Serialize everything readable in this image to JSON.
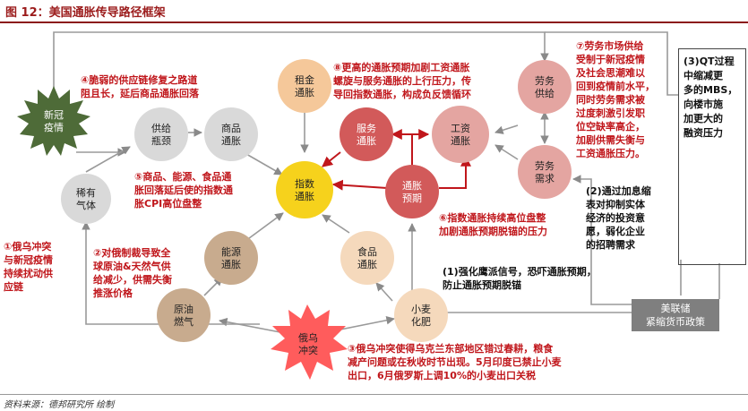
{
  "title": "图 12：美国通胀传导路径框架",
  "source": "资料来源：德邦研究所 绘制",
  "nodes": {
    "covid": [
      "新冠",
      "疫情"
    ],
    "rare_gas": [
      "稀有",
      "气体"
    ],
    "supply": [
      "供给",
      "瓶颈"
    ],
    "goods": [
      "商品",
      "通胀"
    ],
    "rent": [
      "租金",
      "通胀"
    ],
    "core": [
      "指数",
      "通胀"
    ],
    "services": [
      "服务",
      "通胀"
    ],
    "wage": [
      "工资",
      "通胀"
    ],
    "expect": [
      "通胀",
      "预期"
    ],
    "lab_supply": [
      "劳务",
      "供给"
    ],
    "lab_demand": [
      "劳务",
      "需求"
    ],
    "energy": [
      "能源",
      "通胀"
    ],
    "food": [
      "食品",
      "通胀"
    ],
    "oil": [
      "原油",
      "燃气"
    ],
    "wheat": [
      "小麦",
      "化肥"
    ],
    "war": [
      "俄乌",
      "冲突"
    ]
  },
  "annotations": {
    "a1": [
      "①俄乌冲突",
      "与新冠疫情",
      "持续扰动供",
      "应链"
    ],
    "a2": [
      "②对俄制裁导致全",
      "球原油&天然气供",
      "给减少，供需失衡",
      "推涨价格"
    ],
    "a3": [
      "③俄乌冲突使得乌克兰东部地区错过春耕，粮食",
      "减产问题或在秋收时节出现。5月印度已禁止小麦",
      "出口，6月俄罗斯上调10%的小麦出口关税"
    ],
    "a4": [
      "④脆弱的供应链修复之路道",
      "阻且长，延后商品通胀回落"
    ],
    "a5": [
      "⑤商品、能源、食品通",
      "胀回落延后使的指数通",
      "胀CPI高位盘整"
    ],
    "a6": [
      "⑥指数通胀持续高位盘整",
      "加剧通胀预期脱锚的压力"
    ],
    "a7": [
      "⑦劳务市场供给",
      "受制于新冠疫情",
      "及社会思潮难以",
      "回到疫情前水平，",
      "同时劳务需求被",
      "过度刺激引发职",
      "位空缺率高企，",
      "加剧供需失衡与",
      "工资通胀压力。"
    ],
    "a8": [
      "⑧更高的通胀预期加剧工资通胀",
      "螺旋与服务通胀的上行压力，传",
      "导回指数通胀，构成负反馈循环"
    ],
    "b1": [
      "(1)强化鹰派信号，恐吓通胀预期，",
      "防止通胀预期脱锚"
    ],
    "b2": [
      "(2)通过加息缩",
      "表对抑制实体",
      "经济的投资意",
      "愿，弱化企业",
      "的招聘需求"
    ],
    "b3": [
      "(3)QT过程",
      "中缩减更",
      "多的MBS，",
      "向楼市施",
      "加更大的",
      "融资压力"
    ],
    "fed": [
      "美联储",
      "紧缩货币政策"
    ]
  },
  "colors": {
    "grey": "#d9d9d9",
    "tan": "#c8ab8e",
    "peach": "#f5c89a",
    "yellow": "#f6d21c",
    "red": "#d25a5a",
    "pink": "#e4a5a1",
    "green": "#4e6b38",
    "war_red": "#ff5c5c",
    "accent": "#c0161b"
  }
}
